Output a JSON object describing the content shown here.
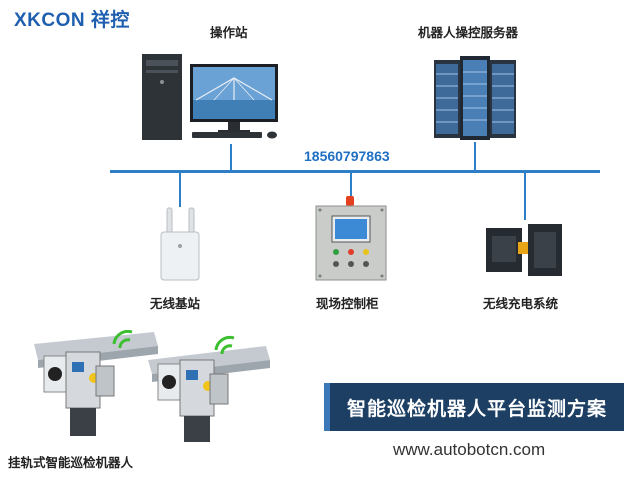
{
  "brand": {
    "name": "XKCON",
    "cn": "祥控"
  },
  "nodes": {
    "workstation": "操作站",
    "server": "机器人操控服务器",
    "base_station": "无线基站",
    "cabinet": "现场控制柜",
    "charging": "无线充电系统",
    "robot": "挂轨式智能巡检机器人"
  },
  "network": {
    "phone": "18560797863"
  },
  "banner": "智能巡检机器人平台监测方案",
  "website": "www.autobotcn.com",
  "colors": {
    "accent": "#2f7fc8",
    "banner_bg": "#1c3f63",
    "wifi": "#3cbf2f"
  }
}
